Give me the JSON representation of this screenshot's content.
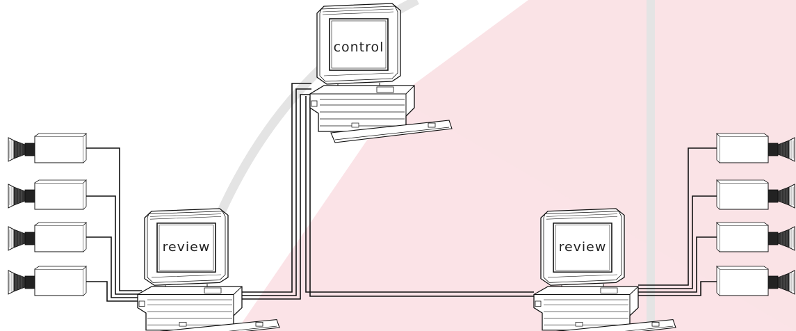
{
  "labels": {
    "control": "control",
    "review_left": "review",
    "review_right": "review"
  },
  "colors": {
    "line": "#111111",
    "watermark_pink": "#fbe3e7",
    "watermark_gray": "#e4e4e4"
  },
  "cameras_per_station": 4
}
